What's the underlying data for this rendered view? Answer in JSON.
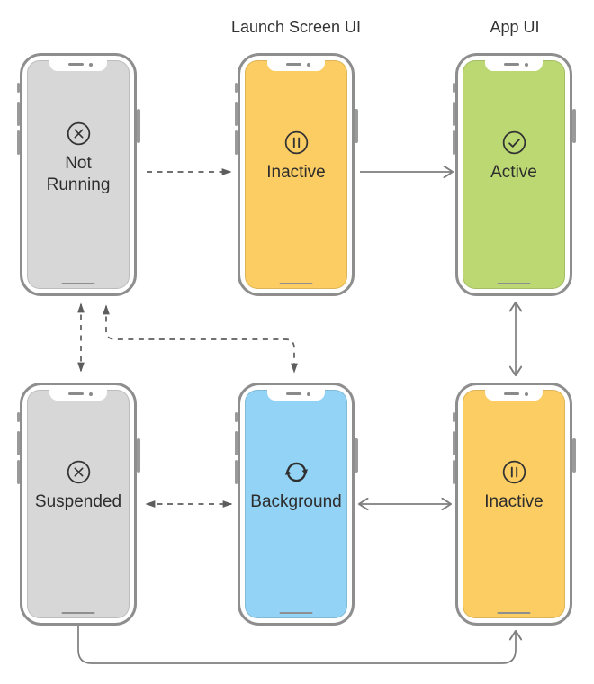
{
  "column_labels": {
    "launch_screen": "Launch Screen UI",
    "app_ui": "App UI"
  },
  "states": [
    {
      "key": "not-running",
      "label": "Not\nRunning",
      "icon": "cross-circle-icon",
      "screen_color": "#d7d7d7",
      "row": 0,
      "col": 0,
      "two_line": true
    },
    {
      "key": "inactive-launch",
      "label": "Inactive",
      "icon": "pause-circle-icon",
      "screen_color": "#fccd63",
      "row": 0,
      "col": 1,
      "two_line": false
    },
    {
      "key": "active",
      "label": "Active",
      "icon": "check-circle-icon",
      "screen_color": "#bcd873",
      "row": 0,
      "col": 2,
      "two_line": false
    },
    {
      "key": "suspended",
      "label": "Suspended",
      "icon": "cross-circle-icon",
      "screen_color": "#d7d7d7",
      "row": 1,
      "col": 0,
      "two_line": false
    },
    {
      "key": "background",
      "label": "Background",
      "icon": "sync-circle-icon",
      "screen_color": "#93d3f5",
      "row": 1,
      "col": 1,
      "two_line": false
    },
    {
      "key": "inactive-app",
      "label": "Inactive",
      "icon": "pause-circle-icon",
      "screen_color": "#fccd63",
      "row": 1,
      "col": 2,
      "two_line": false
    }
  ],
  "transitions": [
    {
      "from": "not-running",
      "to": "inactive-launch",
      "style": "dashed",
      "bidirectional": false
    },
    {
      "from": "inactive-launch",
      "to": "active",
      "style": "solid",
      "bidirectional": false
    },
    {
      "from": "not-running",
      "to": "suspended",
      "style": "dashed",
      "bidirectional": true
    },
    {
      "from": "not-running",
      "to": "background",
      "style": "dashed",
      "bidirectional": true
    },
    {
      "from": "active",
      "to": "inactive-app",
      "style": "solid",
      "bidirectional": true
    },
    {
      "from": "suspended",
      "to": "background",
      "style": "dashed",
      "bidirectional": true
    },
    {
      "from": "background",
      "to": "inactive-app",
      "style": "solid",
      "bidirectional": true
    },
    {
      "from": "suspended",
      "to": "inactive-app",
      "style": "solid",
      "bidirectional": false
    }
  ],
  "colors": {
    "screen_gray": "#d7d7d7",
    "screen_yellow": "#fccd63",
    "screen_green": "#bcd873",
    "screen_blue": "#93d3f5",
    "phone_frame": "#8e8e8e",
    "dashed_arrow": "#5d5d5d",
    "solid_arrow": "#7e7e7e",
    "label_text": "#2d2d2d"
  }
}
